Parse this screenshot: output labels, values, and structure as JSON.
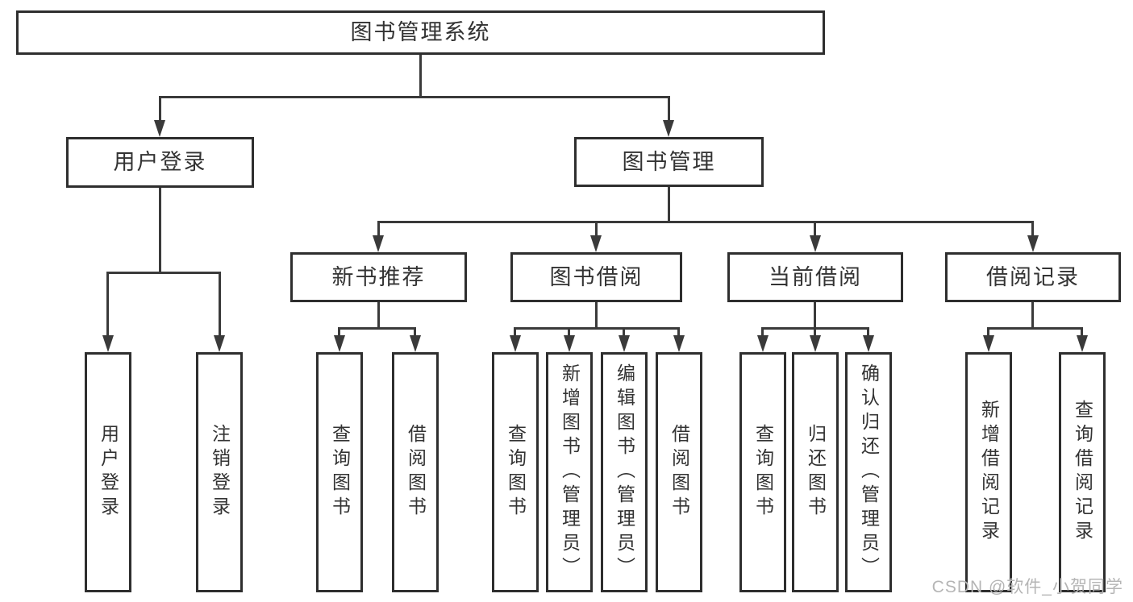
{
  "diagram_title": "图书管理系统",
  "tree": {
    "root": {
      "label": "图书管理系统",
      "children": [
        {
          "label": "用户登录",
          "children": [
            {
              "label": "用户登录"
            },
            {
              "label": "注销登录"
            }
          ]
        },
        {
          "label": "图书管理",
          "children": [
            {
              "label": "新书推荐",
              "children": [
                {
                  "label": "查询图书"
                },
                {
                  "label": "借阅图书"
                }
              ]
            },
            {
              "label": "图书借阅",
              "children": [
                {
                  "label": "查询图书"
                },
                {
                  "label": "新增图书（管理员）"
                },
                {
                  "label": "编辑图书（管理员）"
                },
                {
                  "label": "借阅图书"
                }
              ]
            },
            {
              "label": "当前借阅",
              "children": [
                {
                  "label": "查询图书"
                },
                {
                  "label": "归还图书"
                },
                {
                  "label": "确认归还（管理员）"
                }
              ]
            },
            {
              "label": "借阅记录",
              "children": [
                {
                  "label": "新增借阅记录"
                },
                {
                  "label": "查询借阅记录"
                }
              ]
            }
          ]
        }
      ]
    }
  },
  "watermark": {
    "text": "CSDN @软件_小贺同学"
  },
  "colors": {
    "background": "#ffffff",
    "line": "#3a3a3a",
    "box_border": "#2e2e2e",
    "text": "#333333",
    "watermark": "#b5b5b5"
  }
}
